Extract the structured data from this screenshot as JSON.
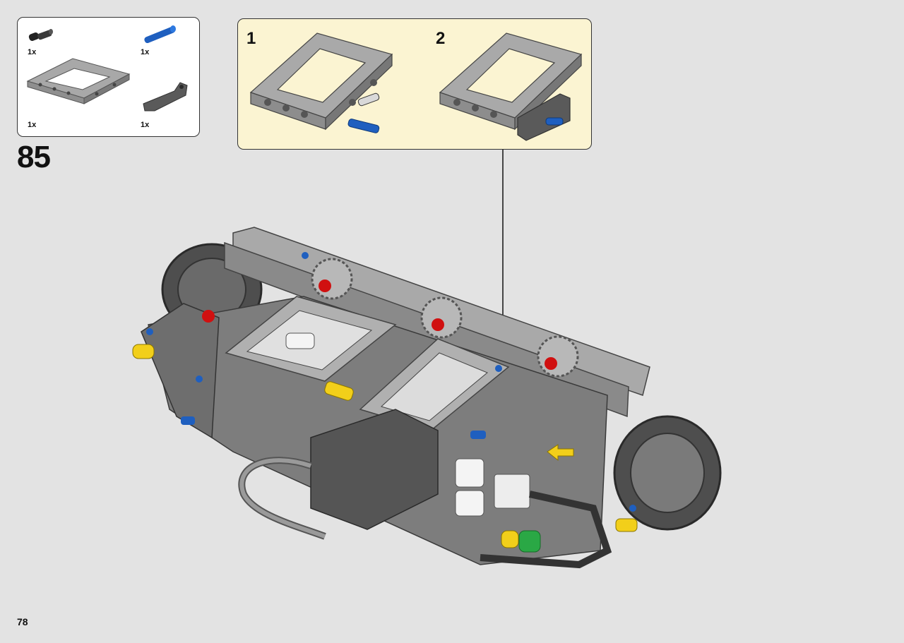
{
  "parts_list": {
    "items": [
      {
        "name": "black-axle-pin",
        "qty": "1x"
      },
      {
        "name": "blue-axle-pin",
        "qty": "1x"
      },
      {
        "name": "gray-frame",
        "qty": "1x"
      },
      {
        "name": "dark-gray-bent-beam",
        "qty": "1x"
      }
    ]
  },
  "step": {
    "number": "85"
  },
  "substeps": [
    {
      "number": "1"
    },
    {
      "number": "2"
    }
  ],
  "page": {
    "number": "78"
  },
  "colors": {
    "background": "#e3e3e3",
    "callout_background": "#fbf4d2",
    "light_gray": "#a8a8a8",
    "dark_gray": "#5a5a5a",
    "blue": "#1f5fbf",
    "red": "#d01010",
    "yellow": "#f2cf1a",
    "green": "#2aa845"
  }
}
